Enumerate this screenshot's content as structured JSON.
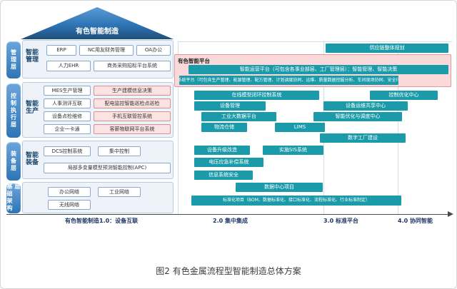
{
  "colors": {
    "teal": "#1b9aaa",
    "blue": "#2e75b6",
    "navy": "#1f3864",
    "pink_fill": "#f9d9d9",
    "pink_border": "#dc9a9a"
  },
  "caption": "图2 有色金属流程型智能制造总体方案",
  "house": {
    "roof_label": "有色智能制造",
    "tabs": [
      "管理层",
      "控制执行层",
      "装备层",
      "基础架构层"
    ],
    "sections": [
      "智能管理",
      "智能生产",
      "智能装备"
    ],
    "row1": [
      "ERP",
      "NC用友财务管理",
      "OA办公",
      "人力EHR",
      "商务采购招标平台系统"
    ],
    "row2_left": [
      "MES生产管理",
      "人事测评互联",
      "设备点检维修",
      "企业一卡通"
    ],
    "row2_right": [
      "生产建模信息决策",
      "配电监控智能巡检点巡检",
      "手机互联管控系统",
      "客薪物联网平台系统"
    ],
    "row3": [
      "DCS控制系统",
      "集中控制",
      "局部多变量模型预测智能控制(APC)"
    ],
    "row4": [
      "办公网络",
      "工业网络",
      "无线网络"
    ]
  },
  "platform": {
    "label": "有色智能平台",
    "ops_bar": "智能运营平台（可包含各事业部层、工厂管理层）：智能管理、智能决策",
    "mim_bar": "MIM系统平台（可包含生产管理、能源管理、配方管理、计划调度协同、运维、质量数据挖掘分析、车间现场协同、安全环保）"
  },
  "bars": {
    "supply_chain": "供应链整体规划",
    "online_control": "在线模型闭环控制系统",
    "control_opt": "控制优化中心",
    "equip_mgmt": "设备管理",
    "equip_share": "设备运维共享中心",
    "big_data": "工业大数据平台",
    "opt_dispatch": "智能优化与调度中心",
    "logistics": "物流仓储",
    "lims": "LIMS",
    "digital_factory": "数字工厂建设",
    "equip_upgrade": "设备升级改造",
    "sis": "实施SIS系统",
    "voltage": "电压应急补偿系统",
    "info_security": "信息系统安全",
    "data_center": "数据中心项目",
    "standardization": "标准化项目（BOM、数据标准化、接口标准化、流程标准化、行业标准制定）"
  },
  "axis": {
    "phase1": "有色智能制造1.0：设备互联",
    "phase2": "2.0 集中集成",
    "phase3": "3.0 标准平台",
    "phase4": "4.0 协同智能"
  }
}
